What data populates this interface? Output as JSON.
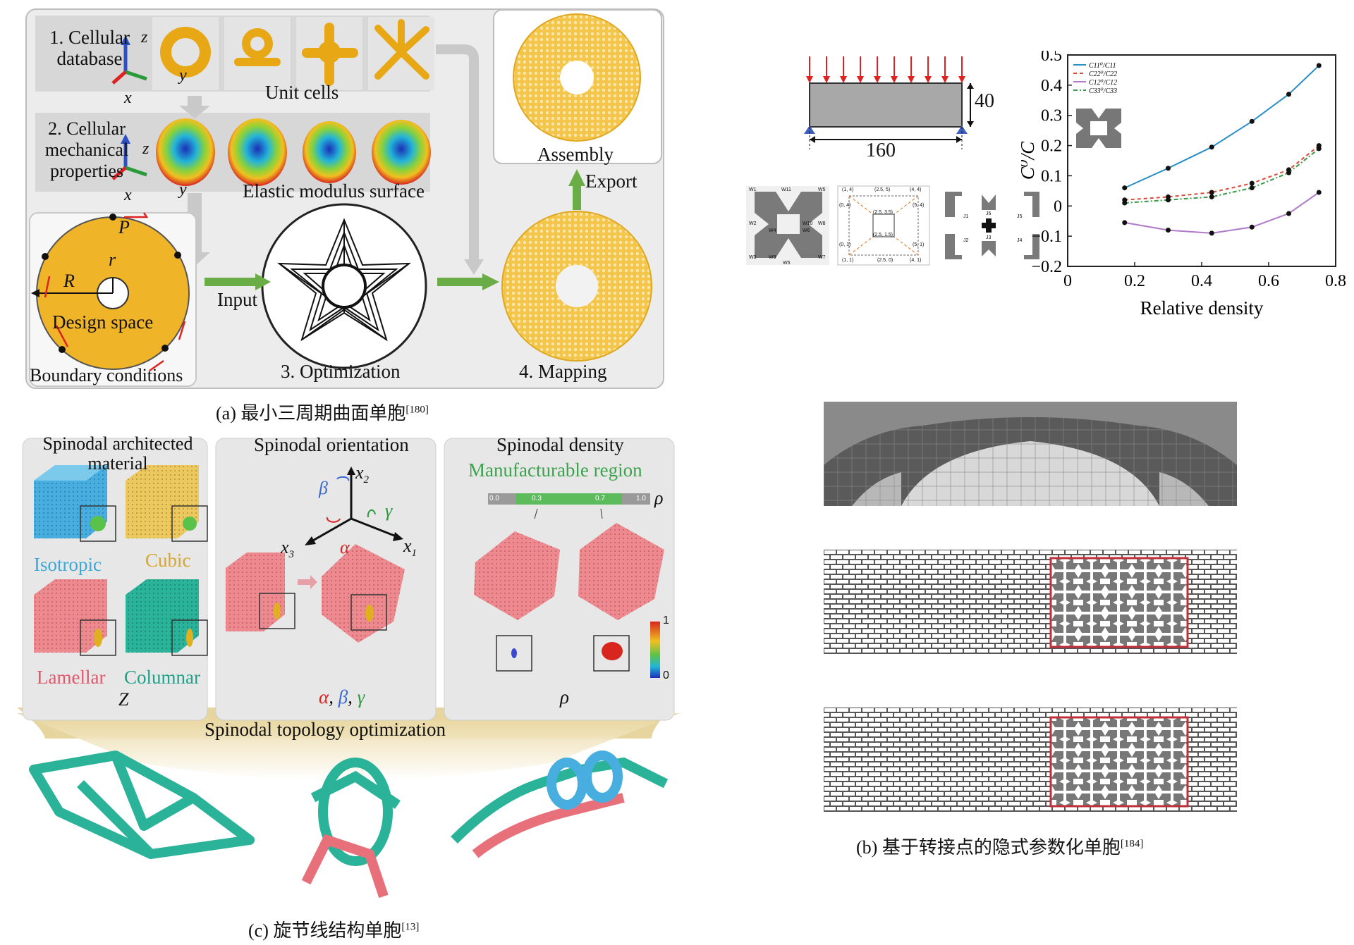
{
  "panel_a": {
    "step1": "1. Cellular\ndatabase",
    "step1_line1": "1. Cellular",
    "step1_line2": "database",
    "unit_cells": "Unit cells",
    "step2_line1": "2. Cellular",
    "step2_line2": "mechanical",
    "step2_line3": "properties",
    "elastic_surface": "Elastic modulus surface",
    "axis_x": "x",
    "axis_y": "y",
    "axis_z": "z",
    "design_space": "Design space",
    "boundary_conditions": "Boundary conditions",
    "label_R": "R",
    "label_r": "r",
    "label_P": "P",
    "input": "Input",
    "step3": "3. Optimization",
    "step4": "4. Mapping",
    "assembly": "Assembly",
    "export": "Export",
    "caption": "(a) 最小三周期曲面单胞",
    "caption_ref": "[180]"
  },
  "panel_b": {
    "dim_height": "40",
    "dim_length": "160",
    "caption": "(b) 基于转接点的隐式参数化单胞",
    "caption_ref": "[184]",
    "cell_labels": {
      "w1": "W1",
      "w11": "W11",
      "w5": "W5",
      "w2": "W2",
      "w10": "W10",
      "w8": "W8",
      "w4": "W4",
      "w6": "W6",
      "w3": "W3",
      "w9": "W9",
      "w7": "W7",
      "w12": "W5",
      "p14": "(1, 4)",
      "p254": "(2.5, 5)",
      "p44": "(4, 4)",
      "p04": "(0, 4)",
      "p54": "(5, 4)",
      "p2535": "(2.5, 3.5)",
      "p2515": "(2.5, 1.5)",
      "p01": "(0, 1)",
      "p51": "(5, 1)",
      "p11": "(1, 1)",
      "p250": "(2.5, 0)",
      "p41": "(4, 1)",
      "j1": "J1",
      "j6": "J6",
      "j5": "J5",
      "j2": "J2",
      "j3": "J3",
      "j4": "J4"
    }
  },
  "chart_data": {
    "type": "line",
    "xlabel": "Relative density",
    "ylabel": "C⁰/C",
    "xlim": [
      0,
      0.8
    ],
    "ylim": [
      -0.2,
      0.5
    ],
    "xticks": [
      "0",
      "0.2",
      "0.4",
      "0.6",
      "0.8"
    ],
    "yticks": [
      "0.5",
      "0.4",
      "0.3",
      "0.2",
      "0.1",
      "0",
      "−0.1",
      "−0.2"
    ],
    "legend_position": "top-left",
    "series": [
      {
        "name": "C11⁰/C11",
        "color": "#2a8fc4",
        "dash": "",
        "x": [
          0.17,
          0.3,
          0.43,
          0.55,
          0.66,
          0.75
        ],
        "y": [
          0.06,
          0.125,
          0.195,
          0.28,
          0.37,
          0.465
        ]
      },
      {
        "name": "C22⁰/C22",
        "color": "#d94b3a",
        "dash": "5,4",
        "x": [
          0.17,
          0.3,
          0.43,
          0.55,
          0.66,
          0.75
        ],
        "y": [
          0.02,
          0.03,
          0.045,
          0.075,
          0.12,
          0.2
        ]
      },
      {
        "name": "C12⁰/C12",
        "color": "#b07ac8",
        "dash": "",
        "x": [
          0.17,
          0.3,
          0.43,
          0.55,
          0.66,
          0.75
        ],
        "y": [
          -0.055,
          -0.08,
          -0.09,
          -0.07,
          -0.025,
          0.045
        ]
      },
      {
        "name": "C33⁰/C33",
        "color": "#3a9a4a",
        "dash": "6,3,2,3",
        "x": [
          0.17,
          0.3,
          0.43,
          0.55,
          0.66,
          0.75
        ],
        "y": [
          0.01,
          0.02,
          0.03,
          0.06,
          0.11,
          0.19
        ]
      }
    ]
  },
  "panel_c": {
    "box1_line1": "Spinodal architected",
    "box1_line2": "material",
    "isotropic": "Isotropic",
    "cubic": "Cubic",
    "lamellar": "Lamellar",
    "columnar": "Columnar",
    "box1_symbol": "Z",
    "box2_title": "Spinodal orientation",
    "x1": "x",
    "x2": "x",
    "x3": "x",
    "sub1": "1",
    "sub2": "2",
    "sub3": "3",
    "beta": "β",
    "gamma": "γ",
    "alpha": "α",
    "box2_bottom_a": "α",
    "box2_bottom_b": "β",
    "box2_bottom_g": "γ",
    "comma": ", ",
    "box3_title": "Spinodal density",
    "manufacturable": "Manufacturable region",
    "density_ticks": [
      "0.0",
      "0.3",
      "0.7",
      "1.0"
    ],
    "rho": "ρ",
    "colorbar_max": "1",
    "colorbar_min": "0",
    "topo_opt": "Spinodal topology optimization",
    "caption": "(c) 旋节线结构单胞",
    "caption_ref": "[13]"
  },
  "colors": {
    "gold": "#f0b429",
    "arrow_green": "#6aad46",
    "frame_red": "#c0303a",
    "teal": "#2bb39a",
    "pink": "#e8707a",
    "blue_cube": "#3aa9d9",
    "yellow_cube": "#e8c34a"
  }
}
